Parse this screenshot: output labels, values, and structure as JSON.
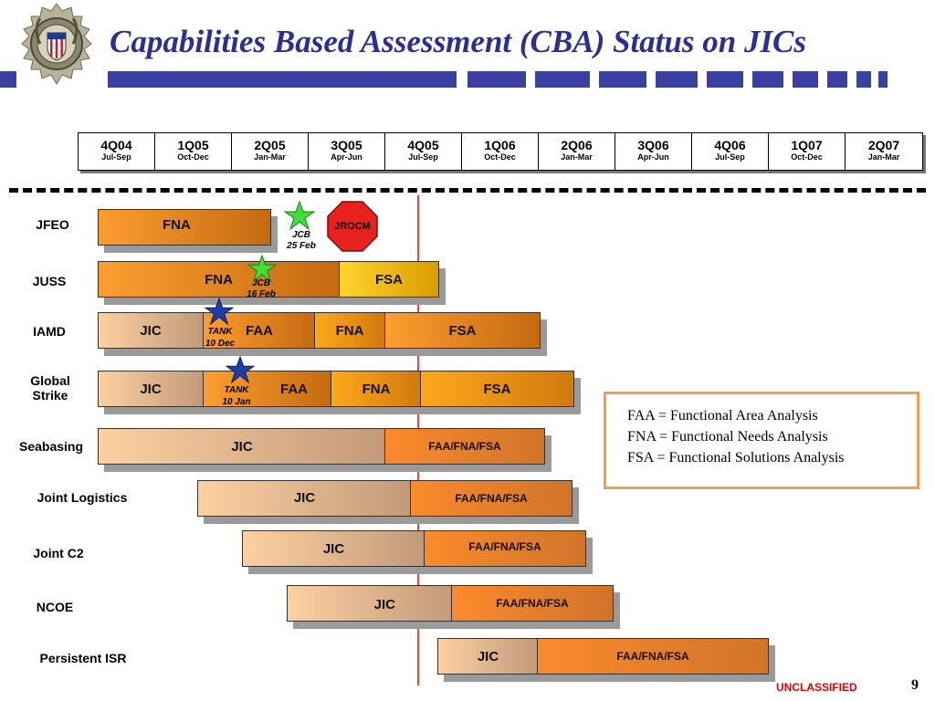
{
  "title": "Capabilities Based Assessment (CBA) Status on JICs",
  "quarters": [
    {
      "label": "4Q04",
      "months": "Jul-Sep"
    },
    {
      "label": "1Q05",
      "months": "Oct-Dec"
    },
    {
      "label": "2Q05",
      "months": "Jan-Mar"
    },
    {
      "label": "3Q05",
      "months": "Apr-Jun"
    },
    {
      "label": "4Q05",
      "months": "Jul-Sep"
    },
    {
      "label": "1Q06",
      "months": "Oct-Dec"
    },
    {
      "label": "2Q06",
      "months": "Jan-Mar"
    },
    {
      "label": "3Q06",
      "months": "Apr-Jun"
    },
    {
      "label": "4Q06",
      "months": "Jul-Sep"
    },
    {
      "label": "1Q07",
      "months": "Oct-Dec"
    },
    {
      "label": "2Q07",
      "months": "Jan-Mar"
    }
  ],
  "rows": [
    {
      "name": "JFEO",
      "segments": [
        {
          "label": "FNA",
          "color": "#fd9d30"
        }
      ]
    },
    {
      "name": "JUSS",
      "segments": [
        {
          "label": "FNA",
          "color": "#fd9d30"
        },
        {
          "label": "FSA",
          "color": "#ffd42a"
        }
      ]
    },
    {
      "name": "IAMD",
      "segments": [
        {
          "label": "JIC",
          "color": "#fcd0a0"
        },
        {
          "label": "FAA",
          "color": "#fd9d30"
        },
        {
          "label": "FNA",
          "color": "#ffa71a"
        },
        {
          "label": "FSA",
          "color": "#fd9d30"
        }
      ]
    },
    {
      "name": "Global Strike",
      "segments": [
        {
          "label": "JIC",
          "color": "#fcd0a0"
        },
        {
          "label": "FAA",
          "color": "#fd9d30"
        },
        {
          "label": "FNA",
          "color": "#ffa71a"
        },
        {
          "label": "FSA",
          "color": "#ffa71a"
        }
      ]
    },
    {
      "name": "Seabasing",
      "segments": [
        {
          "label": "JIC",
          "color": "#fcd0a0"
        },
        {
          "label": "FAA/FNA/FSA",
          "color": "#fb8a2c"
        }
      ]
    },
    {
      "name": "Joint Logistics",
      "segments": [
        {
          "label": "JIC",
          "color": "#fcd0a0"
        },
        {
          "label": "FAA/FNA/FSA",
          "color": "#fb8a2c"
        }
      ]
    },
    {
      "name": "Joint C2",
      "segments": [
        {
          "label": "JIC",
          "color": "#fcd0a0"
        },
        {
          "label": "FAA/FNA/FSA",
          "color": "#fb8a2c"
        }
      ]
    },
    {
      "name": "NCOE",
      "segments": [
        {
          "label": "JIC",
          "color": "#fcd0a0"
        },
        {
          "label": "FAA/FNA/FSA",
          "color": "#fb8a2c"
        }
      ]
    },
    {
      "name": "Persistent ISR",
      "segments": [
        {
          "label": "JIC",
          "color": "#fcd0a0"
        },
        {
          "label": "FAA/FNA/FSA",
          "color": "#fb8a2c"
        }
      ]
    }
  ],
  "milestones": [
    {
      "icon": "green-star-icon",
      "label": "JCB",
      "date": "25 Feb"
    },
    {
      "icon": "green-star-icon",
      "label": "JCB",
      "date": "16 Feb"
    },
    {
      "icon": "blue-star-icon",
      "label": "TANK",
      "date": "10 Dec"
    },
    {
      "icon": "blue-star-icon",
      "label": "TANK",
      "date": "10 Jan"
    }
  ],
  "jrocm": {
    "label": "JROCM",
    "icon": "stop-octagon-icon"
  },
  "legend": [
    "FAA = Functional Area Analysis",
    "FNA = Functional Needs Analysis",
    "FSA = Functional Solutions Analysis"
  ],
  "page_number": "9",
  "classification": "UNCLASSIFIED",
  "colors": {
    "title": "#2b2f94",
    "stripe": "#3b3fa0",
    "cutoff_line": "#e44444",
    "classification": "#e00000",
    "legend_border": "#f0a050"
  }
}
